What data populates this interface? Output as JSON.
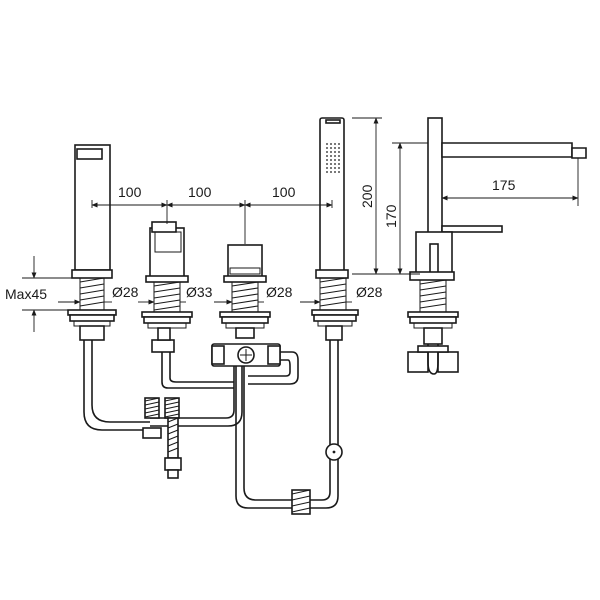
{
  "dimensions": {
    "spacing_1": "100",
    "spacing_2": "100",
    "spacing_3": "100",
    "max_thickness": "Max45",
    "hole_1": "Ø28",
    "hole_2": "Ø33",
    "hole_3": "Ø28",
    "hole_4": "Ø28",
    "overall_height": "200",
    "spout_height": "170",
    "spout_reach": "175"
  }
}
